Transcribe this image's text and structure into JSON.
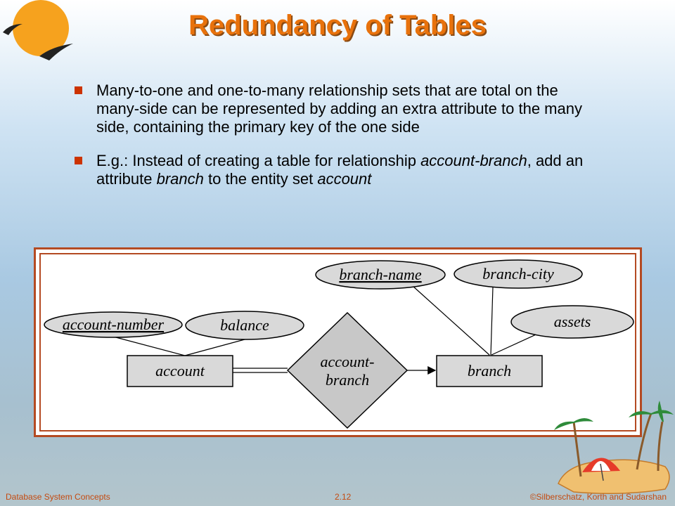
{
  "slide": {
    "title": "Redundancy of Tables",
    "bullets": [
      {
        "segments": [
          {
            "text": "Many-to-one and one-to-many relationship sets that are total on the many-side can be represented by adding an extra attribute to the many side, containing the primary key of the one side",
            "italic": false
          }
        ]
      },
      {
        "segments": [
          {
            "text": "E.g.: Instead of creating a table for relationship ",
            "italic": false
          },
          {
            "text": "account-branch",
            "italic": true
          },
          {
            "text": ", add an attribute ",
            "italic": false
          },
          {
            "text": "branch",
            "italic": true
          },
          {
            "text": " to the entity set ",
            "italic": false
          },
          {
            "text": "account",
            "italic": true
          }
        ]
      }
    ]
  },
  "diagram": {
    "entities": {
      "account": "account",
      "branch": "branch"
    },
    "relationship_line1": "account-",
    "relationship_line2": "branch",
    "attributes": {
      "account_number": "account-number",
      "balance": "balance",
      "branch_name": "branch-name",
      "branch_city": "branch-city",
      "assets": "assets"
    }
  },
  "footer": {
    "left": "Database System Concepts",
    "center": "2.12",
    "right": "©Silberschatz, Korth and Sudarshan"
  },
  "colors": {
    "title": "#e8720c",
    "bullet_marker": "#cc3300",
    "frame_border": "#b44a22",
    "shape_fill": "#d9d9d9",
    "footer_text": "#c44a10"
  }
}
